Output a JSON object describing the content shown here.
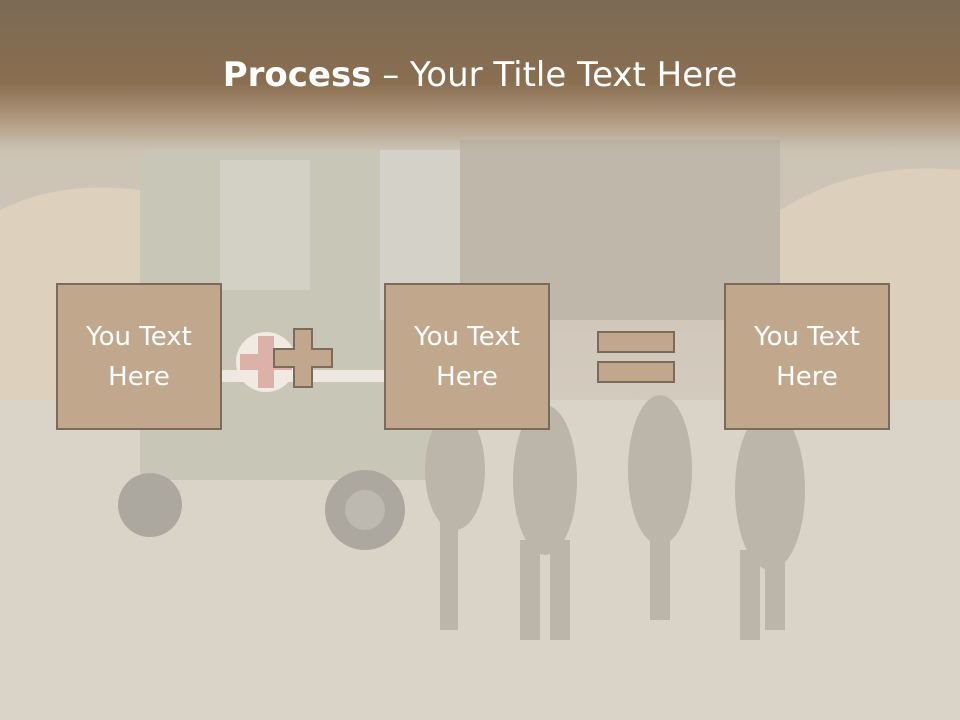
{
  "title": {
    "bold": "Process",
    "rest": " – Your Title Text Here"
  },
  "boxes": [
    {
      "text": "You Text Here"
    },
    {
      "text": "You Text Here"
    },
    {
      "text": "You Text Here"
    }
  ],
  "icons": [
    "plus-icon",
    "equals-icon"
  ],
  "colors": {
    "box_fill": "#c1a88c",
    "box_border": "#7b6b5c",
    "header": "#8a6e50",
    "text": "#ffffff"
  }
}
